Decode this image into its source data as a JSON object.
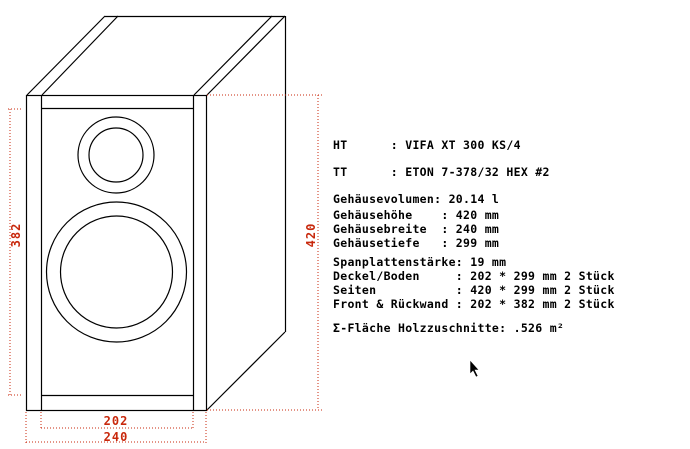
{
  "dimensions": {
    "front_height": "382",
    "total_height": "420",
    "inner_width": "202",
    "total_width": "240"
  },
  "specs": {
    "ht": "HT      : VIFA XT 300 KS/4",
    "tt": "TT      : ETON 7-378/32 HEX #2",
    "volume": "Gehäusevolumen: 20.14 l",
    "height": "Gehäusehöhe    : 420 mm",
    "width": "Gehäusebreite  : 240 mm",
    "depth": "Gehäusetiefe   : 299 mm",
    "board_thickness": "Spanplattenstärke: 19 mm",
    "top_bottom": "Deckel/Boden     : 202 * 299 mm 2 Stück",
    "sides": "Seiten           : 420 * 299 mm 2 Stück",
    "front_back": "Front & Rückwand : 202 * 382 mm 2 Stück",
    "total_area": "Σ-Fläche Holzzuschnitte: .526 m²"
  },
  "colors": {
    "dimension": "#c8280c",
    "line": "#000000"
  }
}
